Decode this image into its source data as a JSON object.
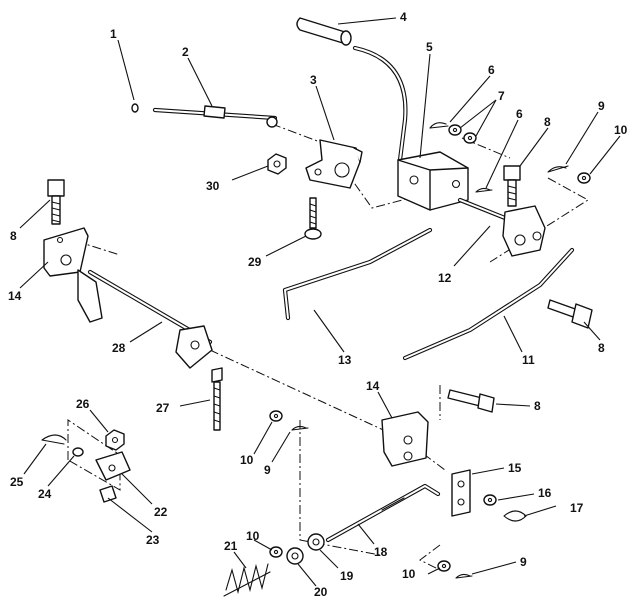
{
  "callouts": [
    {
      "id": "c1",
      "text": "1"
    },
    {
      "id": "c2",
      "text": "2"
    },
    {
      "id": "c3",
      "text": "3"
    },
    {
      "id": "c4",
      "text": "4"
    },
    {
      "id": "c5",
      "text": "5"
    },
    {
      "id": "c6a",
      "text": "6"
    },
    {
      "id": "c6b",
      "text": "6"
    },
    {
      "id": "c7",
      "text": "7"
    },
    {
      "id": "c8a",
      "text": "8"
    },
    {
      "id": "c8b",
      "text": "8"
    },
    {
      "id": "c8c",
      "text": "8"
    },
    {
      "id": "c8d",
      "text": "8"
    },
    {
      "id": "c9a",
      "text": "9"
    },
    {
      "id": "c9b",
      "text": "9"
    },
    {
      "id": "c9c",
      "text": "9"
    },
    {
      "id": "c10a",
      "text": "10"
    },
    {
      "id": "c10b",
      "text": "10"
    },
    {
      "id": "c10c",
      "text": "10"
    },
    {
      "id": "c10d",
      "text": "10"
    },
    {
      "id": "c11",
      "text": "11"
    },
    {
      "id": "c12",
      "text": "12"
    },
    {
      "id": "c13",
      "text": "13"
    },
    {
      "id": "c14a",
      "text": "14"
    },
    {
      "id": "c14b",
      "text": "14"
    },
    {
      "id": "c15",
      "text": "15"
    },
    {
      "id": "c16",
      "text": "16"
    },
    {
      "id": "c17",
      "text": "17"
    },
    {
      "id": "c18",
      "text": "18"
    },
    {
      "id": "c19",
      "text": "19"
    },
    {
      "id": "c20",
      "text": "20"
    },
    {
      "id": "c21",
      "text": "21"
    },
    {
      "id": "c22",
      "text": "22"
    },
    {
      "id": "c23",
      "text": "23"
    },
    {
      "id": "c24",
      "text": "24"
    },
    {
      "id": "c25",
      "text": "25"
    },
    {
      "id": "c26",
      "text": "26"
    },
    {
      "id": "c27",
      "text": "27"
    },
    {
      "id": "c28",
      "text": "28"
    },
    {
      "id": "c29",
      "text": "29"
    },
    {
      "id": "c30",
      "text": "30"
    }
  ]
}
